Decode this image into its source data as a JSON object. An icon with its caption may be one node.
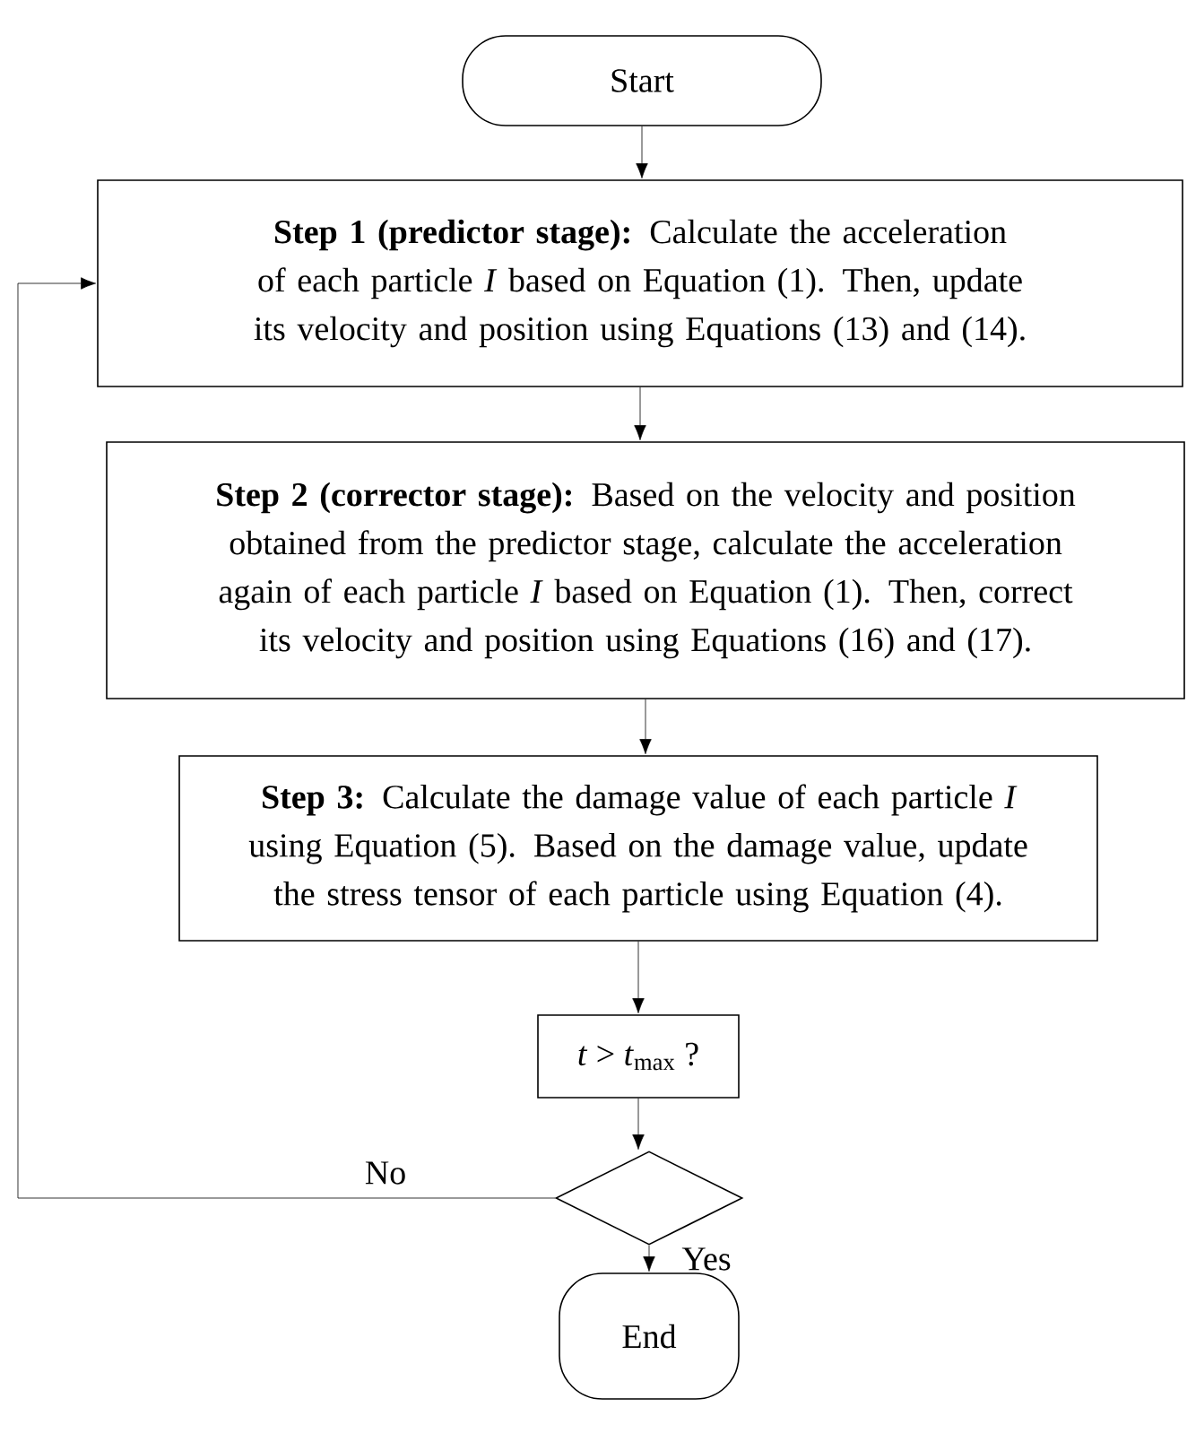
{
  "diagram": {
    "nodes": [
      {
        "text": [
          "Start"
        ]
      },
      {
        "text": [
          "**Step 1 (predictor stage):** Calculate the acceleration of each particle *I* based on Equation (1). Then, update its velocity and position using Equations (13) and (14)."
        ]
      },
      {
        "text": [
          "**Step 2 (corrector stage):** Based on the velocity and position obtained from the predictor stage, calculate the acceleration again of each particle *I* based on Equation (1). Then, correct its velocity and position using Equations (16) and (17)."
        ]
      },
      {
        "text": [
          "**Step 3:** Calculate the damage value of each particle *I* using Equation (5). Based on the damage value, update the stress tensor of each particle using Equation (4)."
        ]
      },
      {
        "text": [
          "*t* > *t*$_{max}$ ?"
        ]
      },
      {
        "text": [],
        "shape": "diamond"
      },
      {
        "text": [
          "End"
        ]
      }
    ],
    "edges": [
      {
        "from": 0,
        "to": 1,
        "arrow": "to"
      },
      {
        "from": 1,
        "to": 2,
        "arrow": "to"
      },
      {
        "from": 2,
        "to": 3,
        "arrow": "to"
      },
      {
        "from": 3,
        "to": 4,
        "arrow": "to"
      },
      {
        "from": 4,
        "to": 5,
        "arrow": "to"
      },
      {
        "from": 5,
        "to": 6,
        "arrow": "to",
        "label": "Yes"
      },
      {
        "from": 5,
        "to": 1,
        "arrow": "to",
        "label": "No"
      }
    ]
  }
}
